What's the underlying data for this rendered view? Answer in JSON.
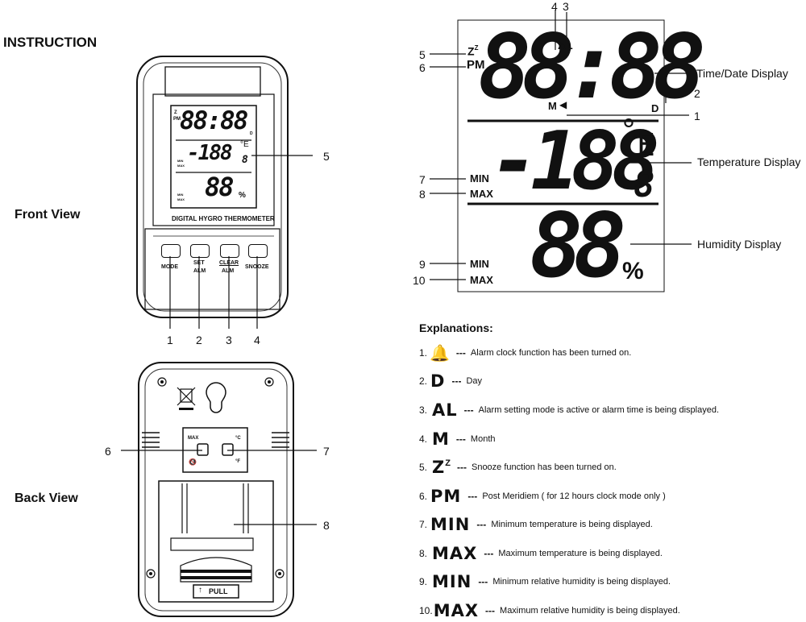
{
  "title": "INSTRUCTION",
  "front_view": {
    "label": "Front View",
    "brand": "DIGITAL HYGRO THERMOMETER",
    "buttons": [
      {
        "number": "1",
        "label": "MODE",
        "label2": ""
      },
      {
        "number": "2",
        "label": "SET",
        "label2": "ALM"
      },
      {
        "number": "3",
        "label": "CLEAR",
        "label2": "ALM"
      },
      {
        "number": "4",
        "label": "SNOOZE",
        "label2": ""
      }
    ],
    "callout_number": "5",
    "lcd": {
      "time": "88:88",
      "temp": "-188",
      "temp_dec": "8",
      "unit": "°E",
      "humidity": "88",
      "percent": "%",
      "zz": "Z",
      "pm": "PM",
      "min": "MIN",
      "max": "MAX",
      "d": "D"
    }
  },
  "back_view": {
    "label": "Back View",
    "switch_left_top": "MAX",
    "switch_right_top": "°C",
    "switch_right_bottom": "°F",
    "callouts": [
      "6",
      "7",
      "8"
    ],
    "pull_label": "PULL"
  },
  "display": {
    "time": "88:88",
    "al": "AL",
    "zz": "Z",
    "pm": "PM",
    "d": "D",
    "m": "M",
    "temp": "-188",
    "temp_dec": "8",
    "deg": "°",
    "unit": "E",
    "humidity": "88",
    "percent": "%",
    "min": "MIN",
    "max": "MAX",
    "callouts": {
      "n1": "1",
      "n2": "2",
      "n3": "3",
      "n4": "4",
      "n5": "5",
      "n6": "6",
      "n7": "7",
      "n8": "8",
      "n9": "9",
      "n10": "10"
    },
    "labels": {
      "time_date": "Time/Date Display",
      "temperature": "Temperature Display",
      "humidity": "Humidity Display"
    }
  },
  "explanations": {
    "heading": "Explanations:",
    "items": [
      {
        "index": "1.",
        "symbol": "",
        "text": "Alarm clock function has been turned on."
      },
      {
        "index": "2.",
        "symbol": "D",
        "text": "Day"
      },
      {
        "index": "3.",
        "symbol": "AL",
        "text": "Alarm setting mode is active or alarm time is being displayed."
      },
      {
        "index": "4.",
        "symbol": "M",
        "text": "Month"
      },
      {
        "index": "5.",
        "symbol": "Z",
        "text": "Snooze function has been turned on."
      },
      {
        "index": "6.",
        "symbol": "PM",
        "text": "Post Meridiem ( for 12 hours clock mode only )"
      },
      {
        "index": "7.",
        "symbol": "MIN",
        "text": "Minimum temperature is being displayed."
      },
      {
        "index": "8.",
        "symbol": "MAX",
        "text": "Maximum temperature is being displayed."
      },
      {
        "index": "9.",
        "symbol": "MIN",
        "text": "Minimum relative humidity is being displayed."
      },
      {
        "index": "10.",
        "symbol": "MAX",
        "text": "Maximum relative humidity is being displayed."
      }
    ],
    "dash": "---"
  }
}
